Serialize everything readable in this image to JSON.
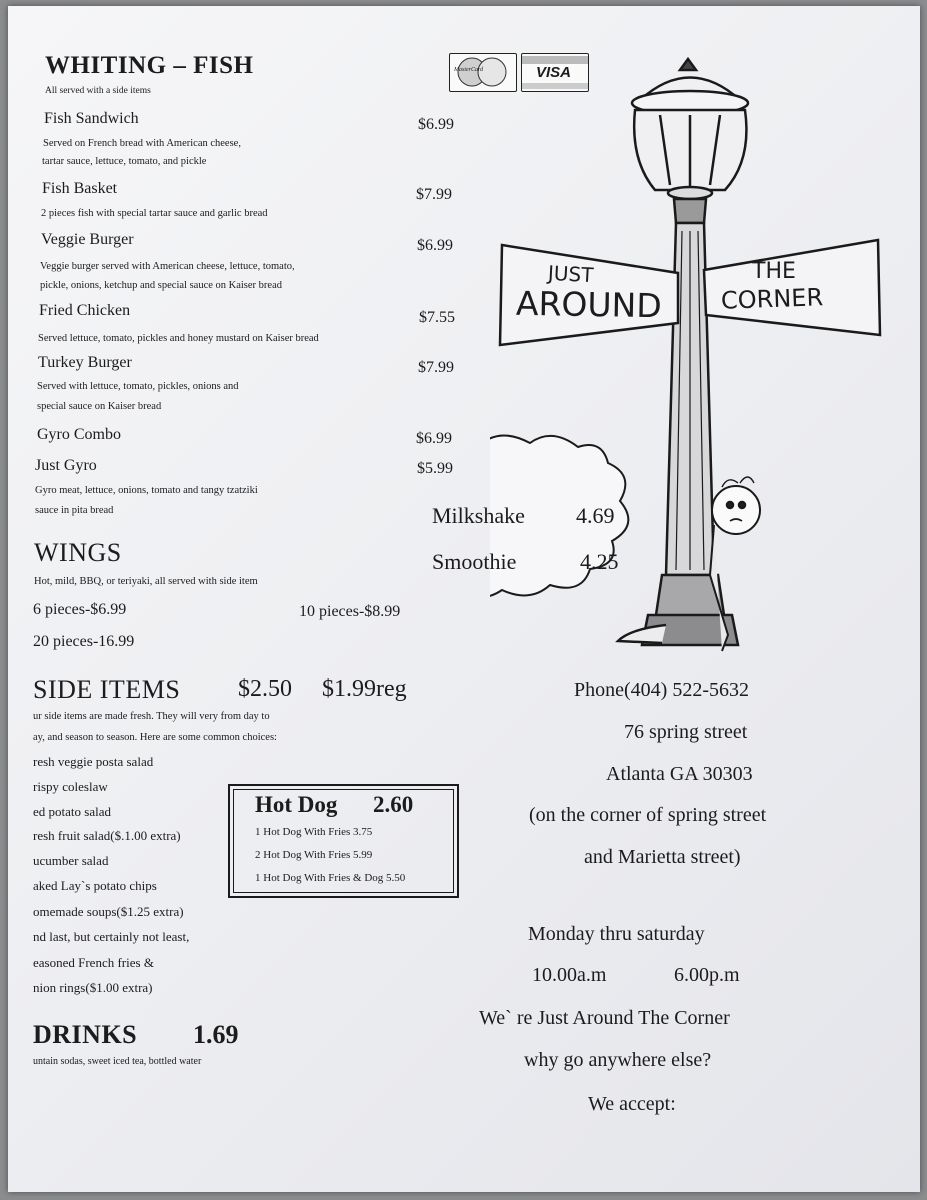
{
  "fish": {
    "title": "WHITING – FISH",
    "subtitle": "All served with a side items",
    "items": [
      {
        "name": "Fish Sandwich",
        "price": "$6.99",
        "desc": [
          "Served on French bread with American cheese,",
          "tartar sauce, lettuce, tomato, and pickle"
        ]
      },
      {
        "name": "Fish Basket",
        "price": "$7.99",
        "desc": [
          "2 pieces fish with special tartar sauce and garlic bread"
        ]
      },
      {
        "name": "Veggie Burger",
        "price": "$6.99",
        "desc": [
          "Veggie burger served with American cheese, lettuce, tomato,",
          "pickle, onions, ketchup and special sauce on Kaiser bread"
        ]
      },
      {
        "name": "Fried Chicken",
        "price": "$7.55",
        "desc": [
          "Served lettuce, tomato, pickles and honey mustard on Kaiser bread"
        ]
      },
      {
        "name": "Turkey Burger",
        "price": "$7.99",
        "desc": [
          "Served with lettuce, tomato, pickles, onions and",
          "special sauce on Kaiser bread"
        ]
      },
      {
        "name": "Gyro Combo",
        "price": "$6.99",
        "desc": []
      },
      {
        "name": "Just Gyro",
        "price": "$5.99",
        "desc": [
          "Gyro meat, lettuce, onions, tomato and tangy tzatziki",
          "sauce in pita bread"
        ]
      }
    ]
  },
  "wings": {
    "title": "WINGS",
    "subtitle": "Hot, mild, BBQ, or teriyaki, all served with side item",
    "option1": "6 pieces-$6.99",
    "option2": "10 pieces-$8.99",
    "option3": "20 pieces-16.99"
  },
  "sides": {
    "title": "SIDE ITEMS",
    "price1": "$2.50",
    "price2": "$1.99reg",
    "intro": [
      "ur side items are made fresh. They will very from day to",
      "ay, and season to season. Here are some common choices:"
    ],
    "items": [
      "resh veggie posta salad",
      "rispy coleslaw",
      "ed potato salad",
      "resh fruit salad($.1.00 extra)",
      "ucumber salad",
      "aked Lay`s potato chips",
      "omemade soups($1.25 extra)",
      "nd last, but certainly not least,",
      "easoned French fries &",
      "nion rings($1.00 extra)"
    ]
  },
  "hotdog": {
    "title": "Hot Dog",
    "price": "2.60",
    "lines": [
      "1 Hot Dog With Fries  3.75",
      "2 Hot Dog With Fries  5.99",
      "1 Hot Dog With Fries & Dog 5.50"
    ]
  },
  "drinks": {
    "title": "DRINKS",
    "price": "1.69",
    "subtitle": "untain sodas, sweet iced tea, bottled water"
  },
  "cloud": {
    "line1_name": "Milkshake",
    "line1_price": "4.69",
    "line2_name": "Smoothie",
    "line2_price": "4.25"
  },
  "sign": {
    "left_top": "JUST",
    "left_bottom": "AROUND",
    "right_top": "THE",
    "right_bottom": "CORNER"
  },
  "cards": {
    "visa": "VISA",
    "mc": "MasterCard"
  },
  "contact": {
    "phone": "Phone(404) 522-5632",
    "street": "76 spring street",
    "city": "Atlanta GA 30303",
    "corner1": "(on the corner of spring street",
    "corner2": "and Marietta street)",
    "days": "Monday thru saturday",
    "open": "10.00a.m",
    "close": "6.00p.m",
    "tag1": "We` re Just Around The Corner",
    "tag2": "why go anywhere else?",
    "accept": "We accept:"
  },
  "colors": {
    "ink": "#1c1c1c",
    "paper": "#f1f2f5",
    "background": "#8a8c8e"
  }
}
